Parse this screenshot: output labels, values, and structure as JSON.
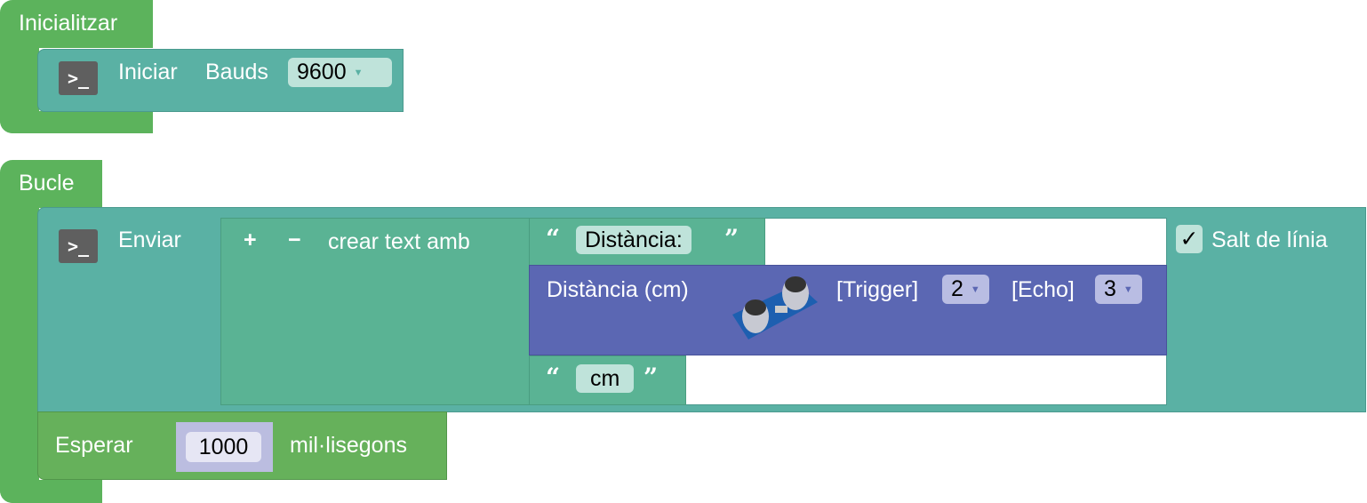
{
  "setup": {
    "title": "Inicialitzar",
    "serial_begin": {
      "label_start": "Iniciar",
      "label_bauds": "Bauds",
      "bauds_value": "9600",
      "icon": "terminal-icon"
    }
  },
  "loop": {
    "title": "Bucle",
    "serial_print": {
      "label": "Enviar",
      "icon": "terminal-icon",
      "create_text": {
        "plus": "+",
        "minus": "−",
        "label": "crear text amb"
      },
      "text1": {
        "open_quote": "“",
        "value": "Distància:",
        "close_quote": "”"
      },
      "ultrasonic": {
        "label": "Distància (cm)",
        "trigger_label": "[Trigger]",
        "trigger_value": "2",
        "echo_label": "[Echo]",
        "echo_value": "3"
      },
      "text2": {
        "open_quote": "“",
        "value": "cm",
        "close_quote": "”"
      },
      "newline": {
        "checked": true,
        "check_mark": "✓",
        "label": "Salt de línia"
      }
    },
    "wait": {
      "label": "Esperar",
      "value": "1000",
      "unit": "mil·lisegons"
    }
  }
}
